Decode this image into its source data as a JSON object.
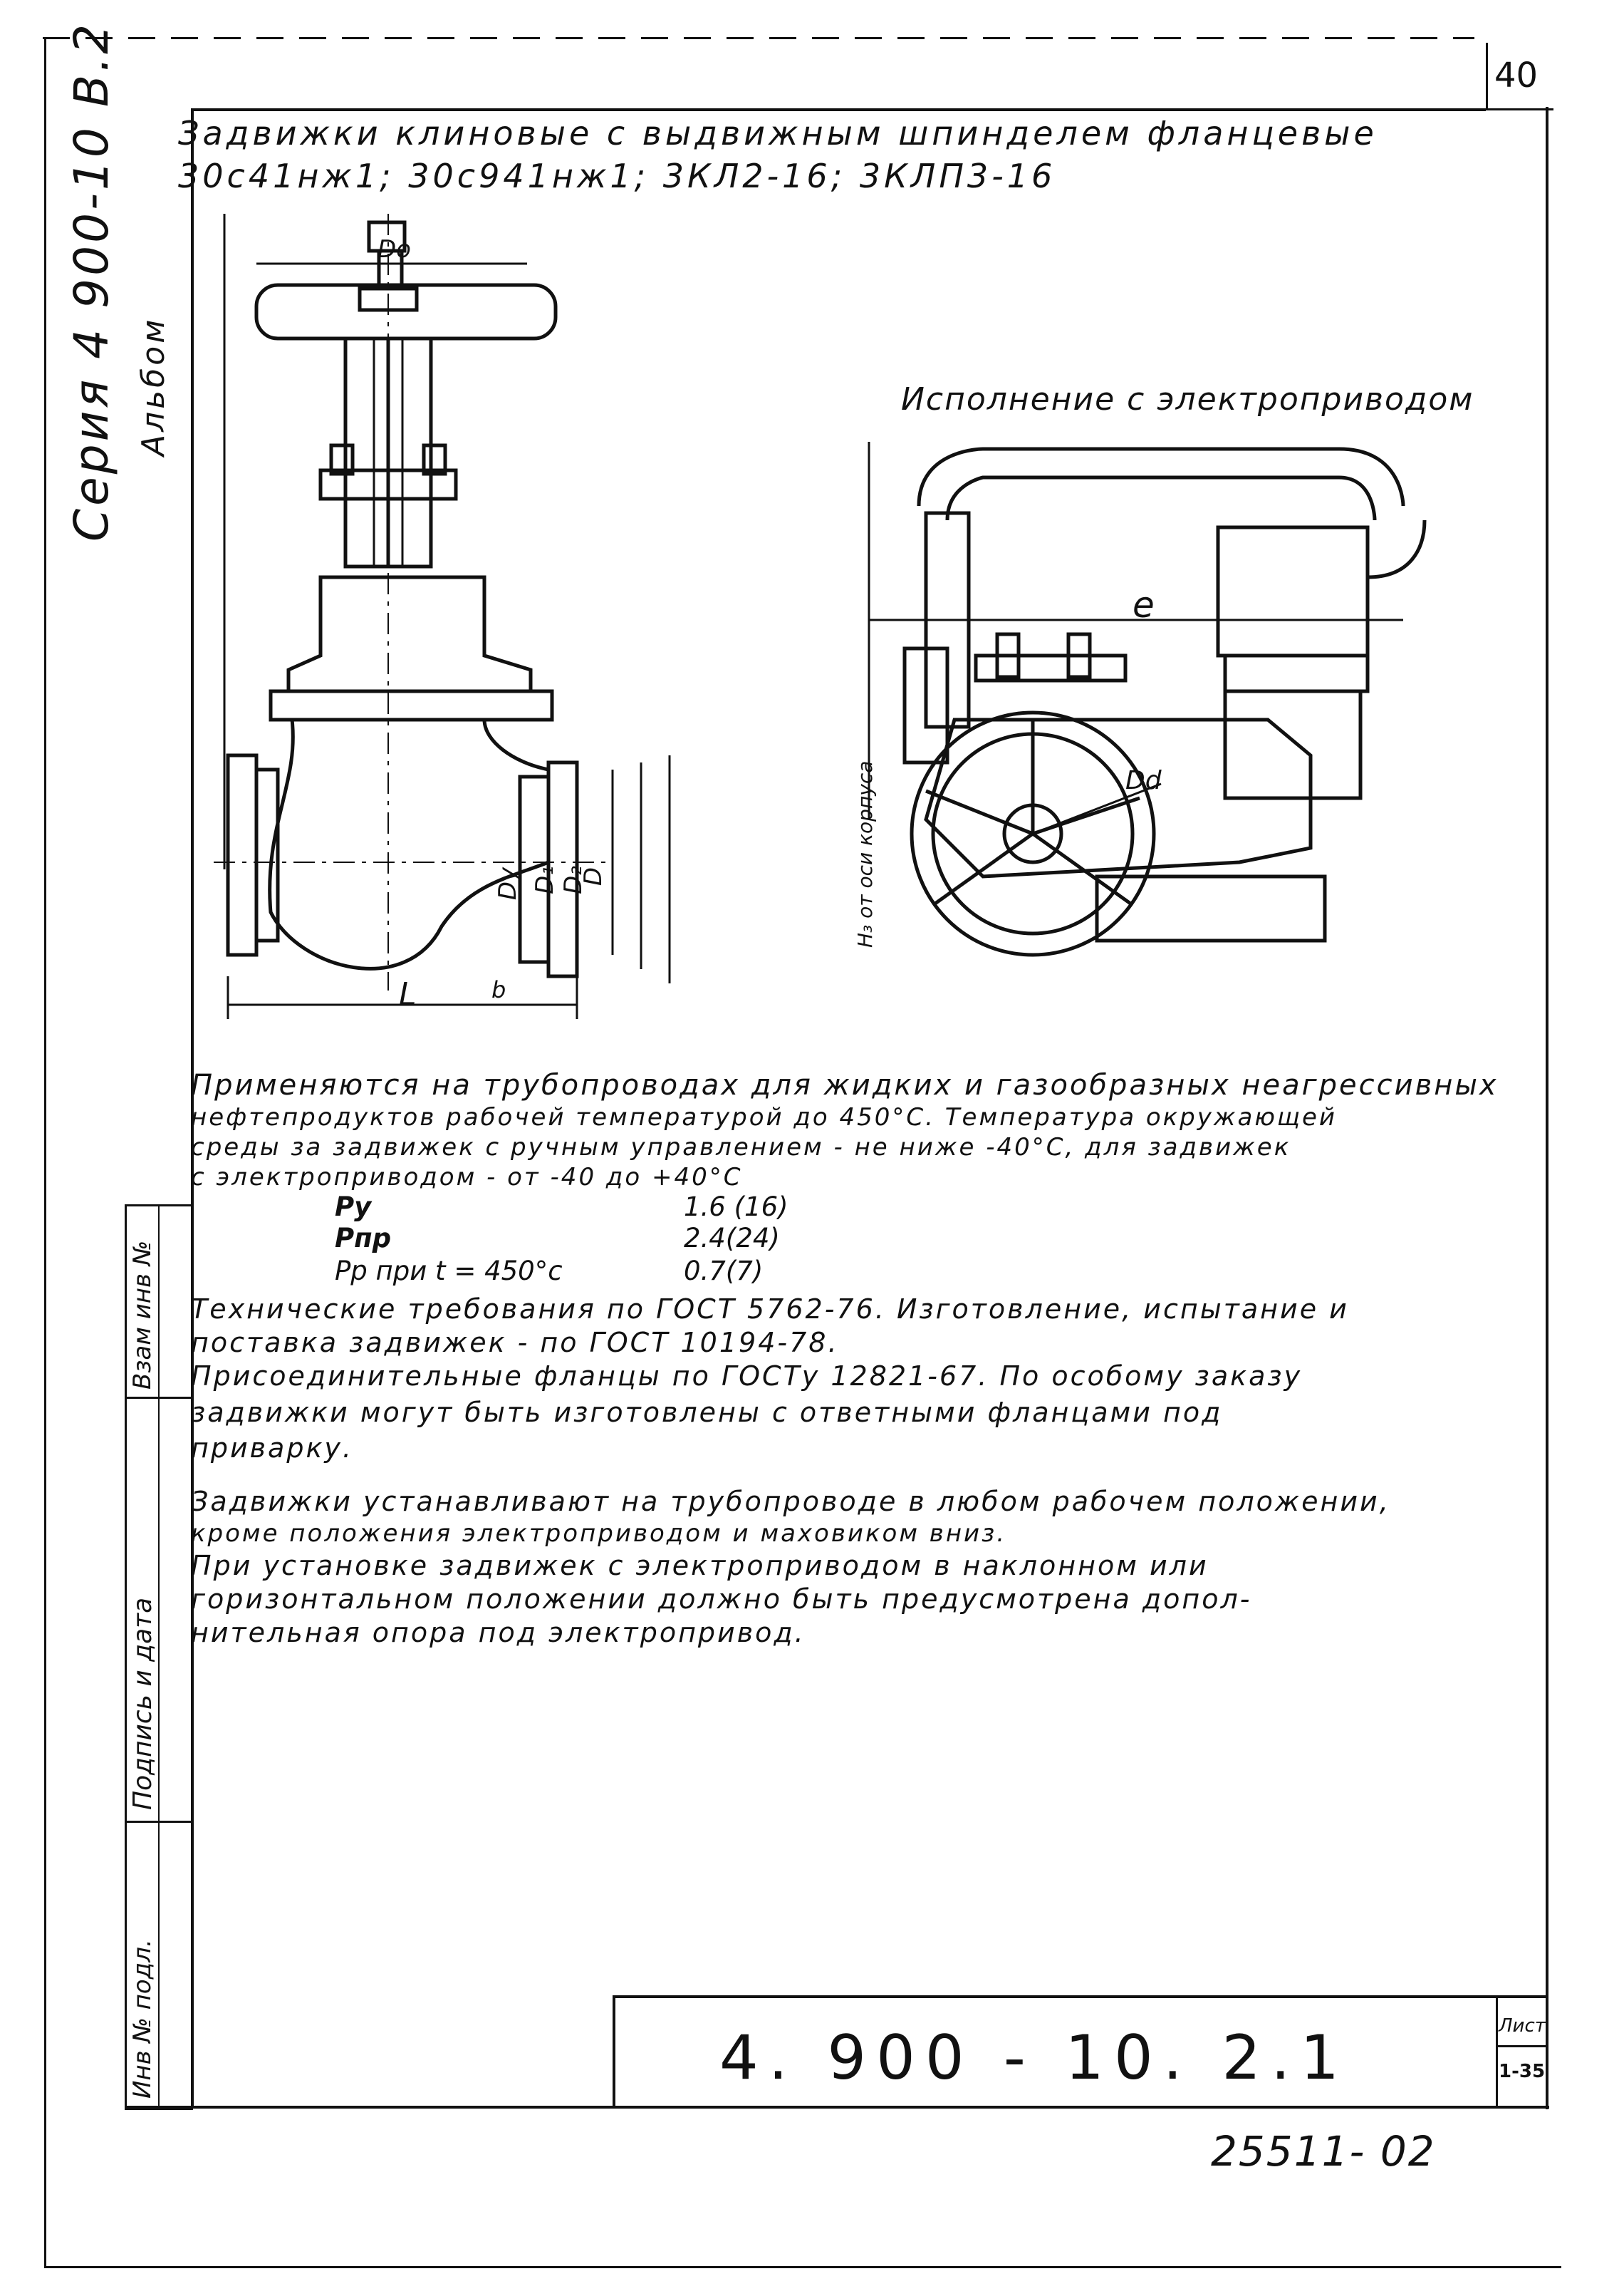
{
  "page_number": "40",
  "series": "Серия 4 900-10 В.2",
  "album": "Альбом",
  "title": {
    "line1": "Задвижки клиновые с выдвижным шпинделем фланцевые",
    "line2": "30с41нж1; 30с941нж1; 3КЛ2-16; 3КЛП3-16"
  },
  "drawing": {
    "dim_do": "Do",
    "dim_dy": "Dy",
    "dim_d": "D",
    "dim_d1": "D₁",
    "dim_d2": "D₂",
    "dim_l": "L",
    "dim_b": "b",
    "dim_e": "e",
    "dim_dd": "Dd",
    "dim_h": "H₃ от оси корпуса",
    "electric_caption": "Исполнение с электроприводом"
  },
  "description": {
    "para1": [
      "Применяются на трубопроводах для жидких и газообразных неагрессивных",
      "нефтепродуктов рабочей температурой до 450°С. Температура окружающей",
      "среды за задвижек с ручным управлением - не ниже -40°С, для задвижек",
      "с электроприводом - от -40 до +40°С"
    ],
    "params": [
      {
        "name": "Py",
        "value": "1.6 (16)"
      },
      {
        "name": "Pпр",
        "value": "2.4(24)"
      },
      {
        "name": "Pp при t = 450°с",
        "value": "0.7(7)"
      }
    ],
    "para2": [
      "Технические требования по ГОСТ 5762-76. Изготовление, испытание и",
      "поставка задвижек - по ГОСТ 10194-78.",
      "Присоединительные фланцы по ГОСТу 12821-67. По особому заказу",
      "задвижки могут быть изготовлены с ответными фланцами под",
      "приварку."
    ],
    "para3": [
      "Задвижки устанавливают на трубопроводе в любом рабочем положении,",
      "кроме положения электроприводом и маховиком вниз.",
      "При установке задвижек с электроприводом в наклонном или",
      "горизонтальном положении должно быть предусмотрена допол-",
      "нительная опора под электропривод."
    ]
  },
  "side_stamp": {
    "cell1": "Взам инв №",
    "cell2": "Подпись и дата",
    "cell3": "Инв № подл."
  },
  "title_block": {
    "doc_code": "4. 900 - 10. 2.1",
    "sheet_label": "Лист",
    "sheet_value": "1-35"
  },
  "footer_number": "25511- 02"
}
